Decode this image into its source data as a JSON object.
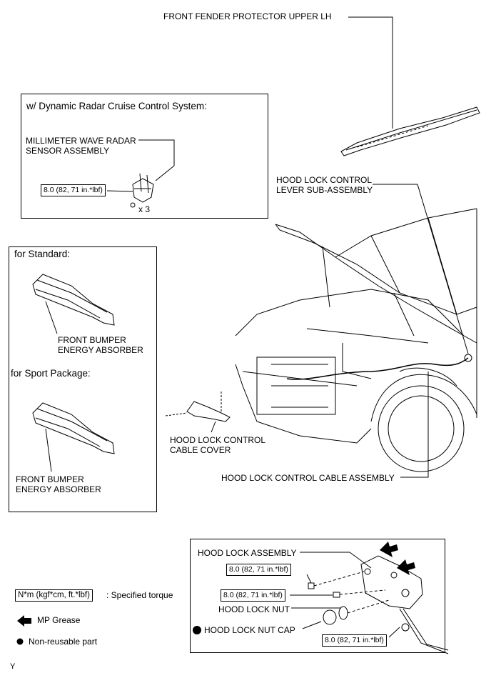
{
  "labels": {
    "front_fender_protector": "FRONT FENDER PROTECTOR UPPER LH",
    "radar_box_title": "w/ Dynamic Radar Cruise Control System:",
    "radar_sensor_line1": "MILLIMETER WAVE RADAR",
    "radar_sensor_line2": "SENSOR ASSEMBLY",
    "radar_torque": "8.0 (82, 71 in.*lbf)",
    "radar_qty": "x 3",
    "hood_lever_line1": "HOOD LOCK CONTROL",
    "hood_lever_line2": "LEVER SUB-ASSEMBLY",
    "standard_title": "for Standard:",
    "absorber1_line1": "FRONT BUMPER",
    "absorber1_line2": "ENERGY ABSORBER",
    "sport_title": "for Sport Package:",
    "absorber2_line1": "FRONT BUMPER",
    "absorber2_line2": "ENERGY ABSORBER",
    "cable_cover_line1": "HOOD LOCK CONTROL",
    "cable_cover_line2": "CABLE COVER",
    "cable_assembly": "HOOD LOCK CONTROL CABLE ASSEMBLY",
    "hood_lock_assembly": "HOOD LOCK ASSEMBLY",
    "hood_lock_torque1": "8.0 (82, 71 in.*lbf)",
    "hood_lock_torque2": "8.0 (82, 71 in.*lbf)",
    "hood_lock_nut": "HOOD LOCK NUT",
    "hood_lock_nut_cap": "HOOD LOCK NUT CAP",
    "hood_lock_torque3": "8.0 (82, 71 in.*lbf)"
  },
  "legend": {
    "torque_unit": "N*m (kgf*cm, ft.*lbf)",
    "torque_desc": ": Specified torque",
    "grease_desc": "MP Grease",
    "nonreusable_desc": "Non-reusable part"
  },
  "footer": {
    "code": "Y"
  },
  "icons": [
    "arrow-icon",
    "dot-icon"
  ]
}
